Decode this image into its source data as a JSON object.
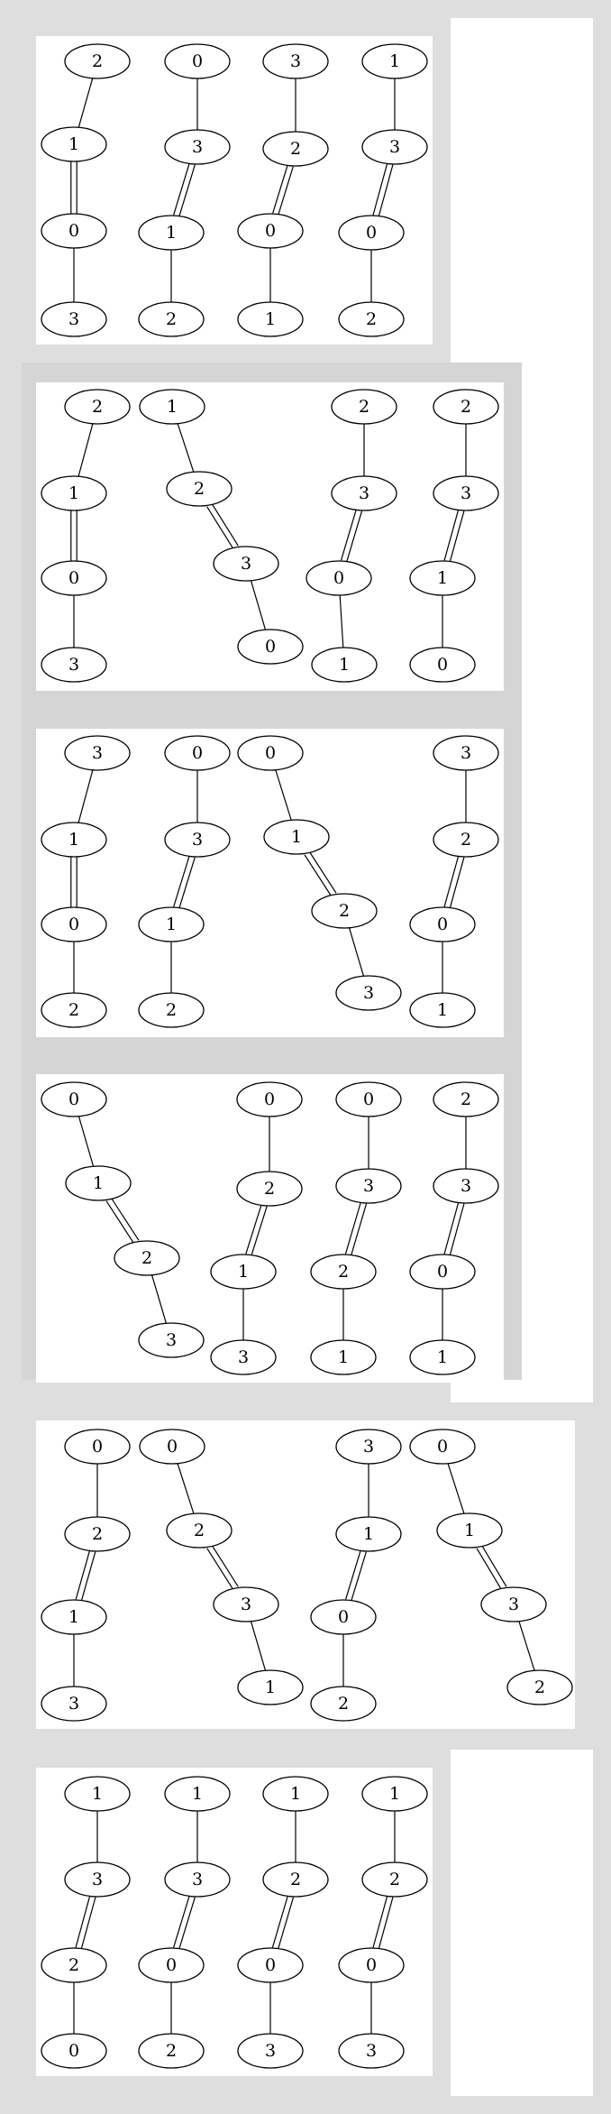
{
  "panels": [
    {
      "graphs": [
        {
          "nodes": [
            "2",
            "1",
            "0",
            "3"
          ],
          "edges": [
            {
              "from": 0,
              "to": 1,
              "double": false
            },
            {
              "from": 1,
              "to": 2,
              "double": true
            },
            {
              "from": 2,
              "to": 3,
              "double": false
            }
          ]
        },
        {
          "nodes": [
            "0",
            "3",
            "1",
            "2"
          ],
          "edges": [
            {
              "from": 0,
              "to": 1,
              "double": false
            },
            {
              "from": 1,
              "to": 2,
              "double": true
            },
            {
              "from": 2,
              "to": 3,
              "double": false
            }
          ]
        },
        {
          "nodes": [
            "3",
            "2",
            "0",
            "1"
          ],
          "edges": [
            {
              "from": 0,
              "to": 1,
              "double": false
            },
            {
              "from": 1,
              "to": 2,
              "double": true
            },
            {
              "from": 2,
              "to": 3,
              "double": false
            }
          ]
        },
        {
          "nodes": [
            "1",
            "3",
            "0",
            "2"
          ],
          "edges": [
            {
              "from": 0,
              "to": 1,
              "double": false
            },
            {
              "from": 1,
              "to": 2,
              "double": true
            },
            {
              "from": 2,
              "to": 3,
              "double": false
            }
          ]
        }
      ]
    },
    {
      "graphs": [
        {
          "nodes": [
            "2",
            "1",
            "0",
            "3"
          ],
          "edges": [
            {
              "from": 0,
              "to": 1,
              "double": false
            },
            {
              "from": 1,
              "to": 2,
              "double": true
            },
            {
              "from": 2,
              "to": 3,
              "double": false
            }
          ]
        },
        {
          "nodes": [
            "1",
            "2",
            "3",
            "0"
          ],
          "edges": [
            {
              "from": 0,
              "to": 1,
              "double": false
            },
            {
              "from": 1,
              "to": 2,
              "double": true
            },
            {
              "from": 2,
              "to": 3,
              "double": false
            }
          ]
        },
        {
          "nodes": [
            "2",
            "3",
            "0",
            "1"
          ],
          "edges": [
            {
              "from": 0,
              "to": 1,
              "double": false
            },
            {
              "from": 1,
              "to": 2,
              "double": true
            },
            {
              "from": 2,
              "to": 3,
              "double": false
            }
          ]
        },
        {
          "nodes": [
            "2",
            "3",
            "1",
            "0"
          ],
          "edges": [
            {
              "from": 0,
              "to": 1,
              "double": false
            },
            {
              "from": 1,
              "to": 2,
              "double": true
            },
            {
              "from": 2,
              "to": 3,
              "double": false
            }
          ]
        }
      ]
    },
    {
      "graphs": [
        {
          "nodes": [
            "3",
            "1",
            "0",
            "2"
          ],
          "edges": [
            {
              "from": 0,
              "to": 1,
              "double": false
            },
            {
              "from": 1,
              "to": 2,
              "double": true
            },
            {
              "from": 2,
              "to": 3,
              "double": false
            }
          ]
        },
        {
          "nodes": [
            "0",
            "3",
            "1",
            "2"
          ],
          "edges": [
            {
              "from": 0,
              "to": 1,
              "double": false
            },
            {
              "from": 1,
              "to": 2,
              "double": true
            },
            {
              "from": 2,
              "to": 3,
              "double": false
            }
          ]
        },
        {
          "nodes": [
            "0",
            "1",
            "2",
            "3"
          ],
          "edges": [
            {
              "from": 0,
              "to": 1,
              "double": false
            },
            {
              "from": 1,
              "to": 2,
              "double": true
            },
            {
              "from": 2,
              "to": 3,
              "double": false
            }
          ]
        },
        {
          "nodes": [
            "3",
            "2",
            "0",
            "1"
          ],
          "edges": [
            {
              "from": 0,
              "to": 1,
              "double": false
            },
            {
              "from": 1,
              "to": 2,
              "double": true
            },
            {
              "from": 2,
              "to": 3,
              "double": false
            }
          ]
        }
      ]
    },
    {
      "graphs": [
        {
          "nodes": [
            "0",
            "1",
            "2",
            "3"
          ],
          "edges": [
            {
              "from": 0,
              "to": 1,
              "double": false
            },
            {
              "from": 1,
              "to": 2,
              "double": true
            },
            {
              "from": 2,
              "to": 3,
              "double": false
            }
          ]
        },
        {
          "nodes": [
            "0",
            "2",
            "1",
            "3"
          ],
          "edges": [
            {
              "from": 0,
              "to": 1,
              "double": false
            },
            {
              "from": 1,
              "to": 2,
              "double": true
            },
            {
              "from": 2,
              "to": 3,
              "double": false
            }
          ]
        },
        {
          "nodes": [
            "0",
            "3",
            "2",
            "1"
          ],
          "edges": [
            {
              "from": 0,
              "to": 1,
              "double": false
            },
            {
              "from": 1,
              "to": 2,
              "double": true
            },
            {
              "from": 2,
              "to": 3,
              "double": false
            }
          ]
        },
        {
          "nodes": [
            "2",
            "3",
            "0",
            "1"
          ],
          "edges": [
            {
              "from": 0,
              "to": 1,
              "double": false
            },
            {
              "from": 1,
              "to": 2,
              "double": true
            },
            {
              "from": 2,
              "to": 3,
              "double": false
            }
          ]
        }
      ]
    },
    {
      "graphs": [
        {
          "nodes": [
            "0",
            "2",
            "1",
            "3"
          ],
          "edges": [
            {
              "from": 0,
              "to": 1,
              "double": false
            },
            {
              "from": 1,
              "to": 2,
              "double": true
            },
            {
              "from": 2,
              "to": 3,
              "double": false
            }
          ]
        },
        {
          "nodes": [
            "0",
            "2",
            "3",
            "1"
          ],
          "edges": [
            {
              "from": 0,
              "to": 1,
              "double": false
            },
            {
              "from": 1,
              "to": 2,
              "double": true
            },
            {
              "from": 2,
              "to": 3,
              "double": false
            }
          ]
        },
        {
          "nodes": [
            "3",
            "1",
            "0",
            "2"
          ],
          "edges": [
            {
              "from": 0,
              "to": 1,
              "double": false
            },
            {
              "from": 1,
              "to": 2,
              "double": true
            },
            {
              "from": 2,
              "to": 3,
              "double": false
            }
          ]
        },
        {
          "nodes": [
            "0",
            "1",
            "3",
            "2"
          ],
          "edges": [
            {
              "from": 0,
              "to": 1,
              "double": false
            },
            {
              "from": 1,
              "to": 2,
              "double": true
            },
            {
              "from": 2,
              "to": 3,
              "double": false
            }
          ]
        }
      ]
    },
    {
      "graphs": [
        {
          "nodes": [
            "1",
            "3",
            "2",
            "0"
          ],
          "edges": [
            {
              "from": 0,
              "to": 1,
              "double": false
            },
            {
              "from": 1,
              "to": 2,
              "double": true
            },
            {
              "from": 2,
              "to": 3,
              "double": false
            }
          ]
        },
        {
          "nodes": [
            "1",
            "3",
            "0",
            "2"
          ],
          "edges": [
            {
              "from": 0,
              "to": 1,
              "double": false
            },
            {
              "from": 1,
              "to": 2,
              "double": true
            },
            {
              "from": 2,
              "to": 3,
              "double": false
            }
          ]
        },
        {
          "nodes": [
            "1",
            "2",
            "0",
            "3"
          ],
          "edges": [
            {
              "from": 0,
              "to": 1,
              "double": false
            },
            {
              "from": 1,
              "to": 2,
              "double": true
            },
            {
              "from": 2,
              "to": 3,
              "double": false
            }
          ]
        },
        {
          "nodes": [
            "1",
            "2",
            "0",
            "3"
          ],
          "edges": [
            {
              "from": 0,
              "to": 1,
              "double": false
            },
            {
              "from": 1,
              "to": 2,
              "double": true
            },
            {
              "from": 2,
              "to": 3,
              "double": false
            }
          ]
        }
      ]
    }
  ]
}
